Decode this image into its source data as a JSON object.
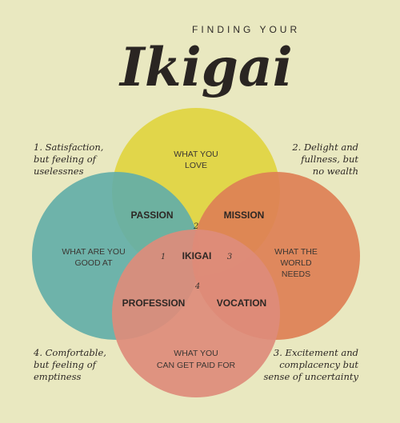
{
  "title": {
    "small": "FINDING YOUR",
    "big": "Ikigai"
  },
  "circles": {
    "love": {
      "line1": "WHAT YOU",
      "line2": "LOVE",
      "color": "#f6ea55"
    },
    "good": {
      "line1": "WHAT ARE YOU",
      "line2": "GOOD AT",
      "color": "#6cc0df"
    },
    "needs": {
      "line1": "WHAT THE",
      "line2": "WORLD",
      "line3": "NEEDS",
      "color": "#f38d71"
    },
    "paid": {
      "line1": "WHAT YOU",
      "line2": "CAN GET PAID FOR",
      "color": "#f39aa3"
    }
  },
  "overlaps": {
    "passion": "PASSION",
    "mission": "MISSION",
    "profession": "PROFESSION",
    "vocation": "VOCATION",
    "center": "IKIGAI"
  },
  "numbers": {
    "n1": "1",
    "n2": "2",
    "n3": "3",
    "n4": "4"
  },
  "notes": {
    "top_left": {
      "line1": "1. Satisfaction,",
      "line2": "but feeling of",
      "line3": "uselessnes"
    },
    "top_right": {
      "line1": "2. Delight and",
      "line2": "fullness, but",
      "line3": "no wealth"
    },
    "bottom_left": {
      "line1": "4. Comfortable,",
      "line2": "but feeling of",
      "line3": "emptiness"
    },
    "bottom_right": {
      "line1": "3. Excitement and",
      "line2": "complacency but",
      "line3": "sense of uncertainty"
    }
  }
}
